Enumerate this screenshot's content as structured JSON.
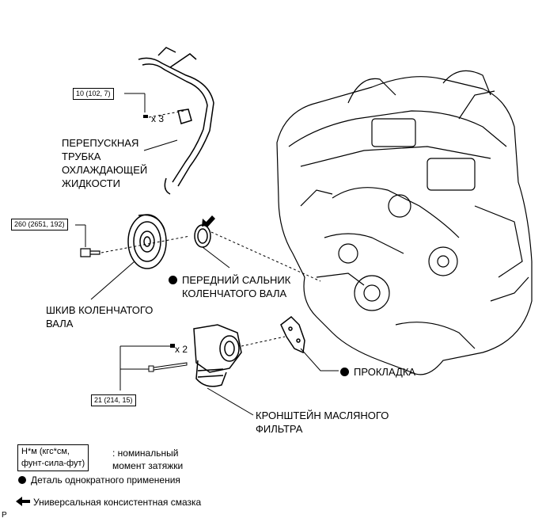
{
  "parts": {
    "bypass_pipe": "ПЕРЕПУСКНАЯ\nТРУБКА\nОХЛАЖДАЮЩЕЙ\nЖИДКОСТИ",
    "crank_pulley": "ШКИВ КОЛЕНЧАТОГО\nВАЛА",
    "front_oil_seal": "ПЕРЕДНИЙ САЛЬНИК\nКОЛЕНЧАТОГО ВАЛА",
    "gasket": "ПРОКЛАДКА",
    "oil_filter_bracket": "КРОНШТЕЙН МАСЛЯНОГО\nФИЛЬТРА"
  },
  "torques": {
    "pipe_bolt": "10 (102, 7)",
    "pipe_bolt_qty": "x 3",
    "pulley_bolt": "260 (2651, 192)",
    "bracket_bolt": "21 (214, 15)",
    "bracket_bolt_qty": "x 2"
  },
  "legend": {
    "unit_box": "Н*м (кгс*см,\nфунт-сила-фут)",
    "unit_desc": ": номинальный\nмомент затяжки",
    "non_reusable": "Деталь однократного применения",
    "grease": "Универсальная консистентная смазка"
  },
  "corner_mark": "P"
}
